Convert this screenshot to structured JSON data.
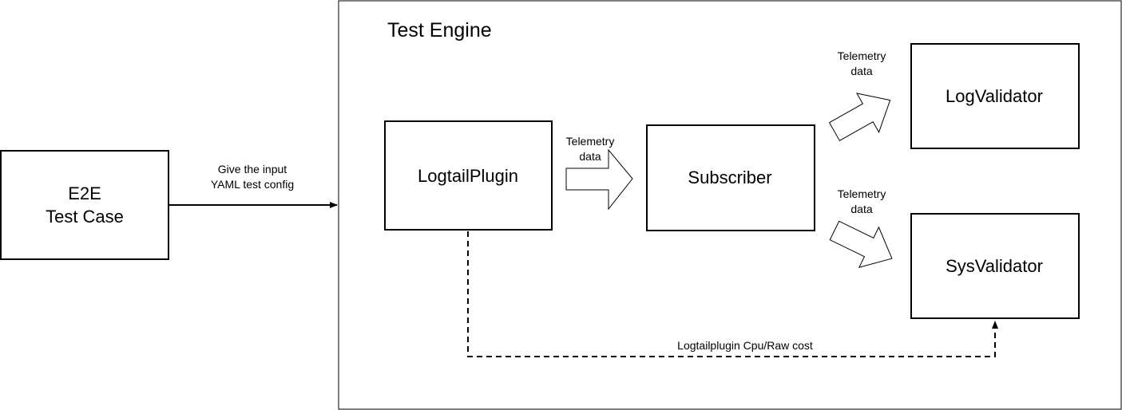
{
  "diagram": {
    "title": "Test Engine",
    "nodes": {
      "e2e": {
        "line1": "E2E",
        "line2": "Test Case"
      },
      "plugin": {
        "label": "LogtailPlugin"
      },
      "subscriber": {
        "label": "Subscriber"
      },
      "log_validator": {
        "label": "LogValidator"
      },
      "sys_validator": {
        "label": "SysValidator"
      }
    },
    "edges": {
      "input": {
        "line1": "Give the input",
        "line2": "YAML test config"
      },
      "plugin_to_subscriber": {
        "line1": "Telemetry",
        "line2": "data"
      },
      "to_log_validator": {
        "line1": "Telemetry",
        "line2": "data"
      },
      "to_sys_validator": {
        "line1": "Telemetry",
        "line2": "data"
      },
      "cost": {
        "label": "Logtailplugin Cpu/Raw cost"
      }
    }
  }
}
